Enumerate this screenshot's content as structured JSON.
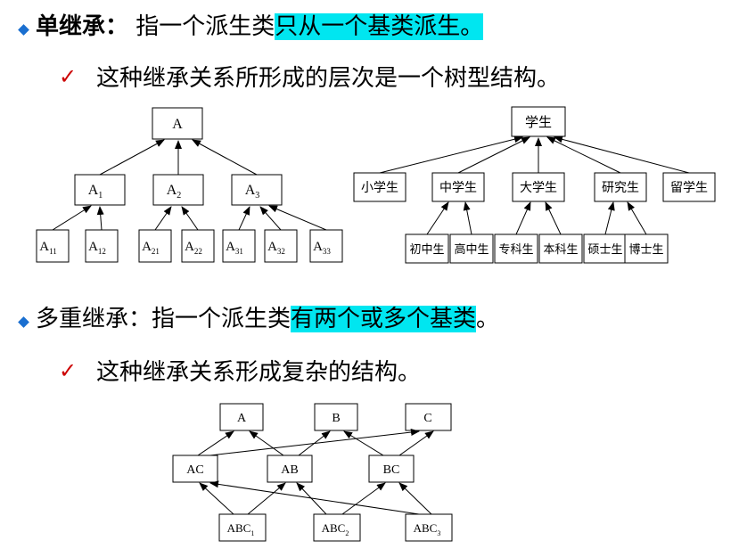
{
  "section1": {
    "title": "单继承：",
    "desc_plain": "指一个派生类",
    "desc_highlight": "只从一个基类派生。",
    "check": "这种继承关系所形成的层次是一个树型结构。"
  },
  "section2": {
    "title": "多重继承：",
    "desc_plain": "指一个派生类",
    "desc_highlight": "有两个或多个基类",
    "desc_end": "。",
    "check": "这种继承关系形成复杂的结构。"
  },
  "tree1": {
    "root": "A",
    "level1": [
      {
        "main": "A",
        "sub": "1"
      },
      {
        "main": "A",
        "sub": "2"
      },
      {
        "main": "A",
        "sub": "3"
      }
    ],
    "level2": [
      {
        "main": "A",
        "sub": "11"
      },
      {
        "main": "A",
        "sub": "12"
      },
      {
        "main": "A",
        "sub": "21"
      },
      {
        "main": "A",
        "sub": "22"
      },
      {
        "main": "A",
        "sub": "31"
      },
      {
        "main": "A",
        "sub": "32"
      },
      {
        "main": "A",
        "sub": "33"
      }
    ]
  },
  "tree2": {
    "root": "学生",
    "level1": [
      "小学生",
      "中学生",
      "大学生",
      "研究生",
      "留学生"
    ],
    "level2": [
      "初中生",
      "高中生",
      "专科生",
      "本科生",
      "硕士生",
      "博士生"
    ]
  },
  "graph3": {
    "top": [
      "A",
      "B",
      "C"
    ],
    "mid": [
      "AC",
      "AB",
      "BC"
    ],
    "bottom": [
      {
        "main": "ABC",
        "sub": "1"
      },
      {
        "main": "ABC",
        "sub": "2"
      },
      {
        "main": "ABC",
        "sub": "3"
      }
    ]
  },
  "colors": {
    "highlight": "#00e6f0",
    "diamond": "#1a6fd0",
    "check": "#cc0000"
  }
}
